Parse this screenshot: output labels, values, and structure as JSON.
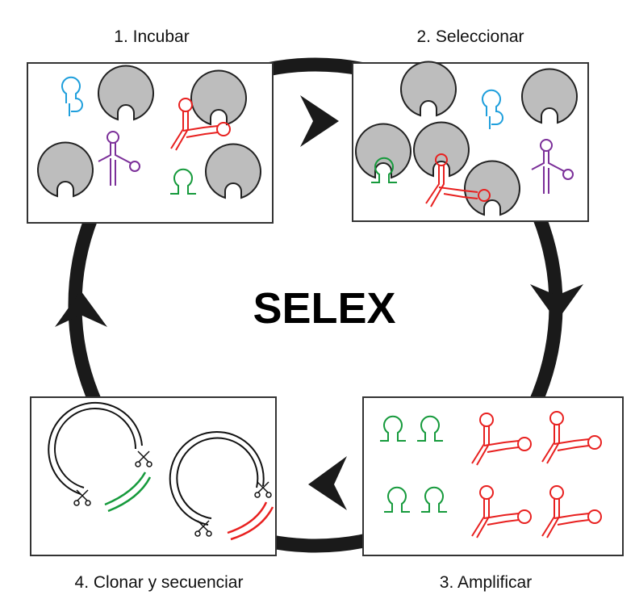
{
  "title": "SELEX",
  "steps": [
    {
      "number": "1.",
      "label": "Incubar"
    },
    {
      "number": "2.",
      "label": "Seleccionar"
    },
    {
      "number": "3.",
      "label": "Amplificar"
    },
    {
      "number": "4.",
      "label": "Clonar y secuenciar"
    }
  ],
  "colors": {
    "cycle": "#1a1a1a",
    "target": "#bdbdbd",
    "aptamer_red": "#e8201f",
    "aptamer_green": "#169a3c",
    "aptamer_blue": "#1f9fdc",
    "aptamer_purple": "#7b2f99",
    "box_border": "#333333"
  },
  "icons": [
    "target-molecule-icon",
    "aptamer-icon",
    "scissors-icon",
    "plasmid-icon"
  ]
}
